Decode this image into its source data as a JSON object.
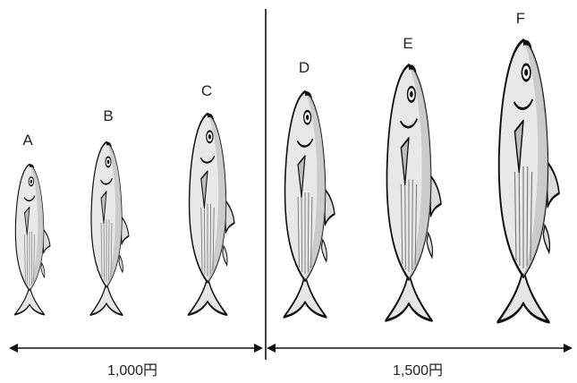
{
  "fish": [
    {
      "letter": "A"
    },
    {
      "letter": "B"
    },
    {
      "letter": "C"
    },
    {
      "letter": "D"
    },
    {
      "letter": "E"
    },
    {
      "letter": "F"
    }
  ],
  "price_groups": [
    {
      "label": "1,000円",
      "members": [
        "A",
        "B",
        "C"
      ]
    },
    {
      "label": "1,500円",
      "members": [
        "D",
        "E",
        "F"
      ]
    }
  ],
  "colors": {
    "body": "#e6e6e6",
    "body_shade": "#c8c8c8",
    "outline": "#111111",
    "stripe": "#777777",
    "fin": "#d8d8d8"
  }
}
